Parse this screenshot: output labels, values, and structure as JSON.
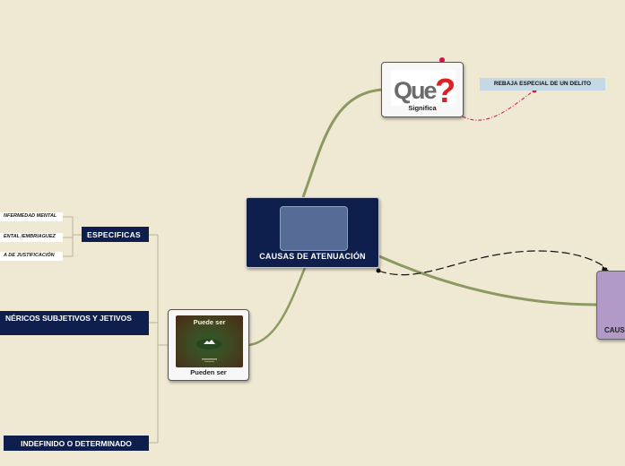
{
  "central": {
    "label": "CAUSAS DE ATENUACIÓN"
  },
  "que_node": {
    "image_text": "Que",
    "image_mark": "?",
    "caption": "Significa"
  },
  "definition": {
    "label": "REBAJA ESPECIAL DE UN DELITO"
  },
  "puede_node": {
    "image_title": "Puede ser",
    "caption": "Pueden ser"
  },
  "branches": {
    "especificas": "ESPECIFICAS",
    "genericos": "NÉRICOS SUBJETIVOS Y JETIVOS",
    "indefinido": "INDEFINIDO O DETERMINADO"
  },
  "sub_items": [
    "NFERMEDAD MENTAL",
    "ENTAL /EMBRIAGUEZ",
    "A DE JUSTIFICACIÓN"
  ],
  "right_node": {
    "label": "CAUS"
  },
  "colors": {
    "background": "#efe8d3",
    "navy": "#0e1f4d",
    "connector": "#8c9a62",
    "purple": "#b19ac8",
    "accent_red": "#d6124f",
    "rebaja_bg": "#c5d8e6"
  }
}
